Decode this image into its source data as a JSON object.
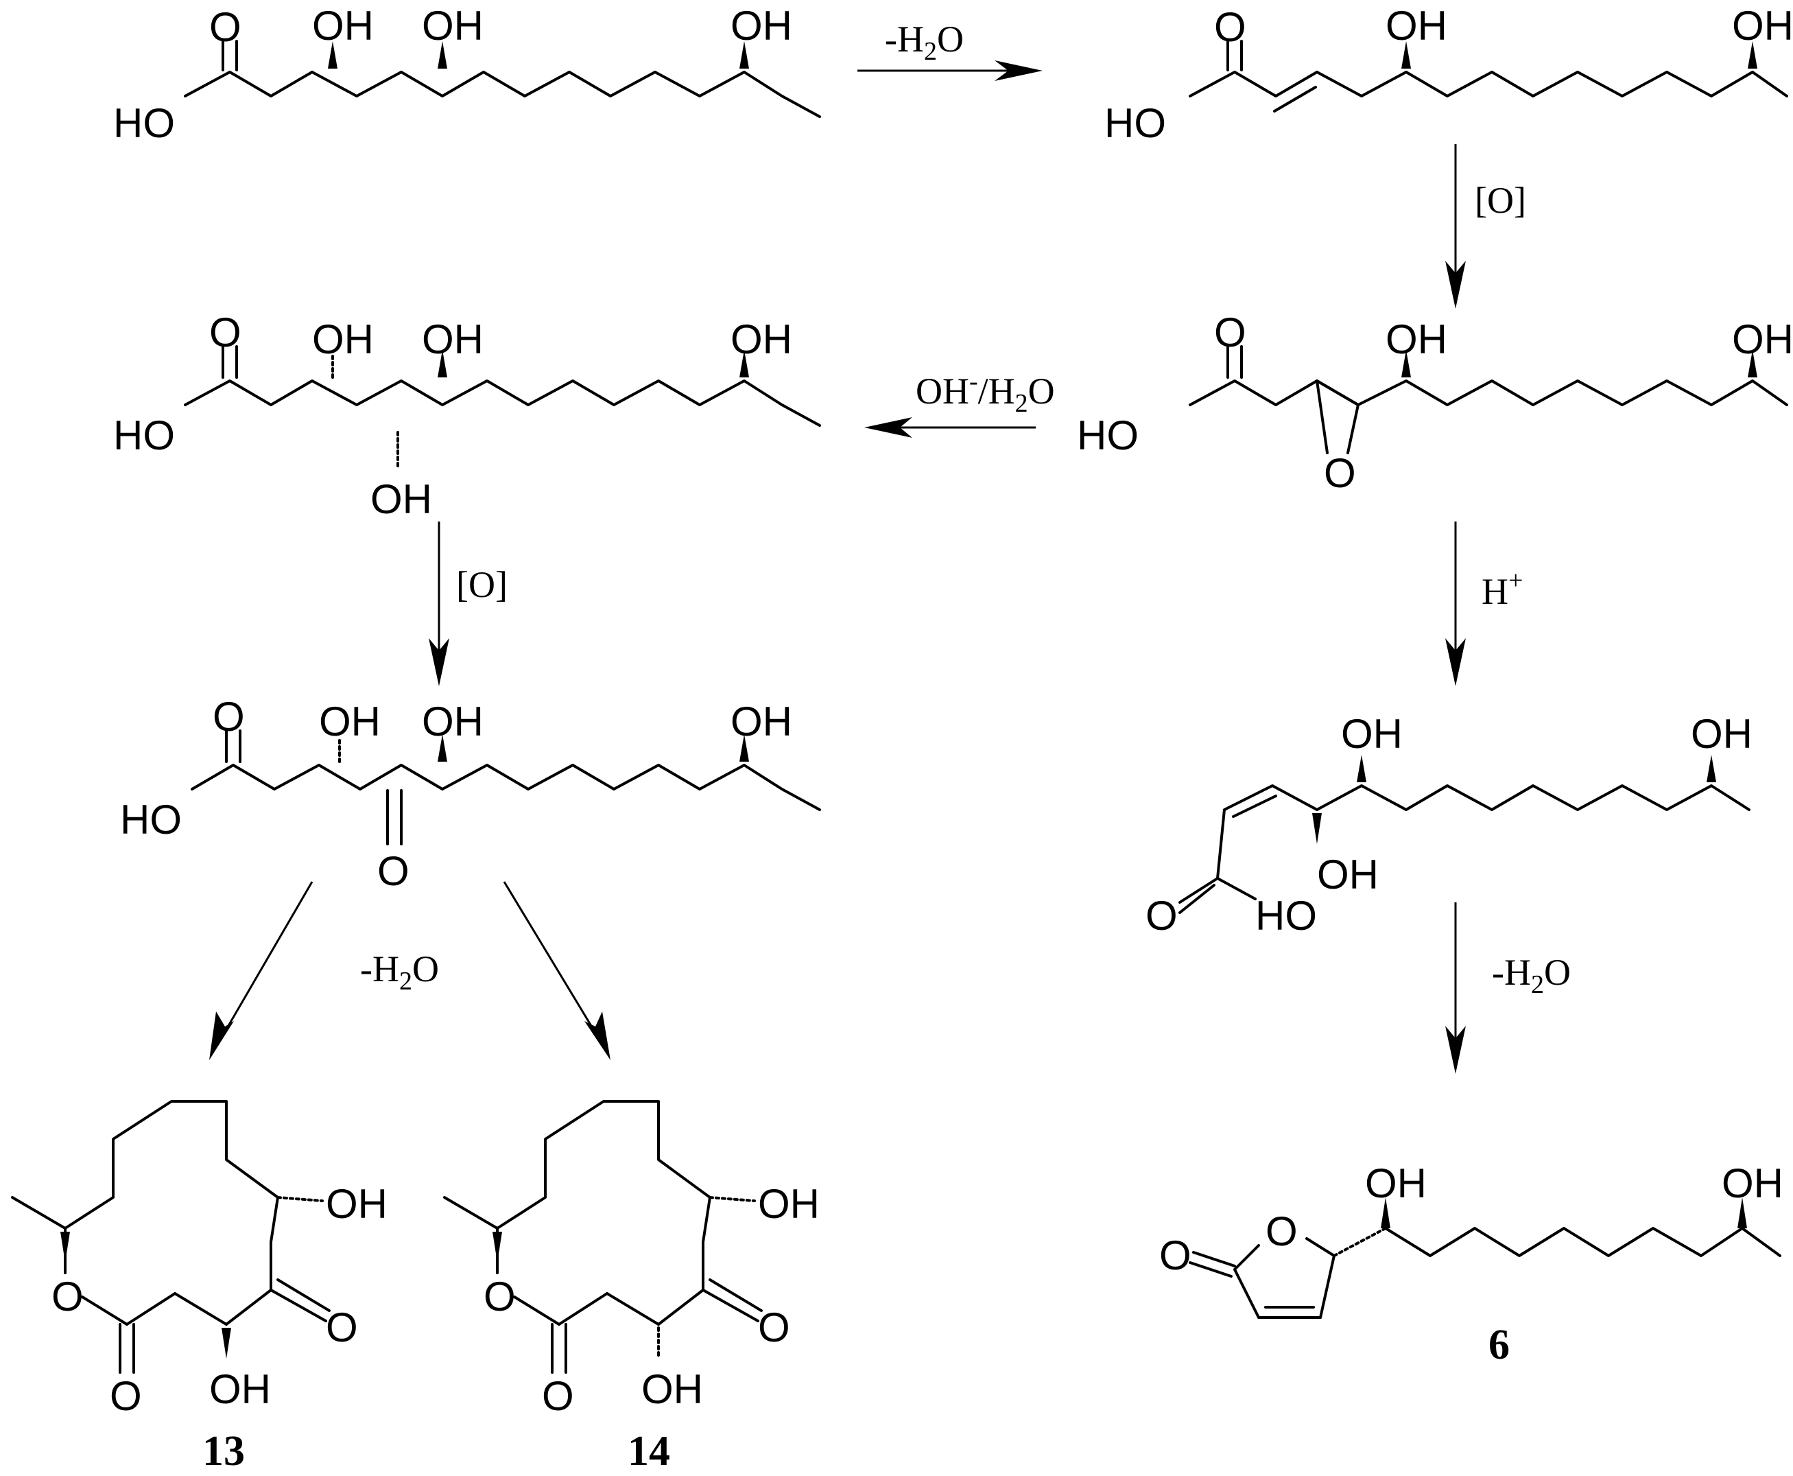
{
  "atoms": {
    "O": "O",
    "OH": "OH",
    "HO": "HO"
  },
  "conditions": {
    "dehydration_top": {
      "minus": "-H",
      "sub": "2",
      "o": "O"
    },
    "oxidation_right": "[O]",
    "hydrolysis": {
      "oh": "OH",
      "sup": "-",
      "rest": "/H",
      "sub": "2",
      "o": "O"
    },
    "oxidation_left": "[O]",
    "acid": {
      "h": "H",
      "sup": "+"
    },
    "dehydration_left": {
      "minus": "-H",
      "sub": "2",
      "o": "O"
    },
    "dehydration_right": {
      "minus": "-H",
      "sub": "2",
      "o": "O"
    }
  },
  "compound_labels": {
    "c13": "13",
    "c14": "14",
    "c6": "6"
  }
}
